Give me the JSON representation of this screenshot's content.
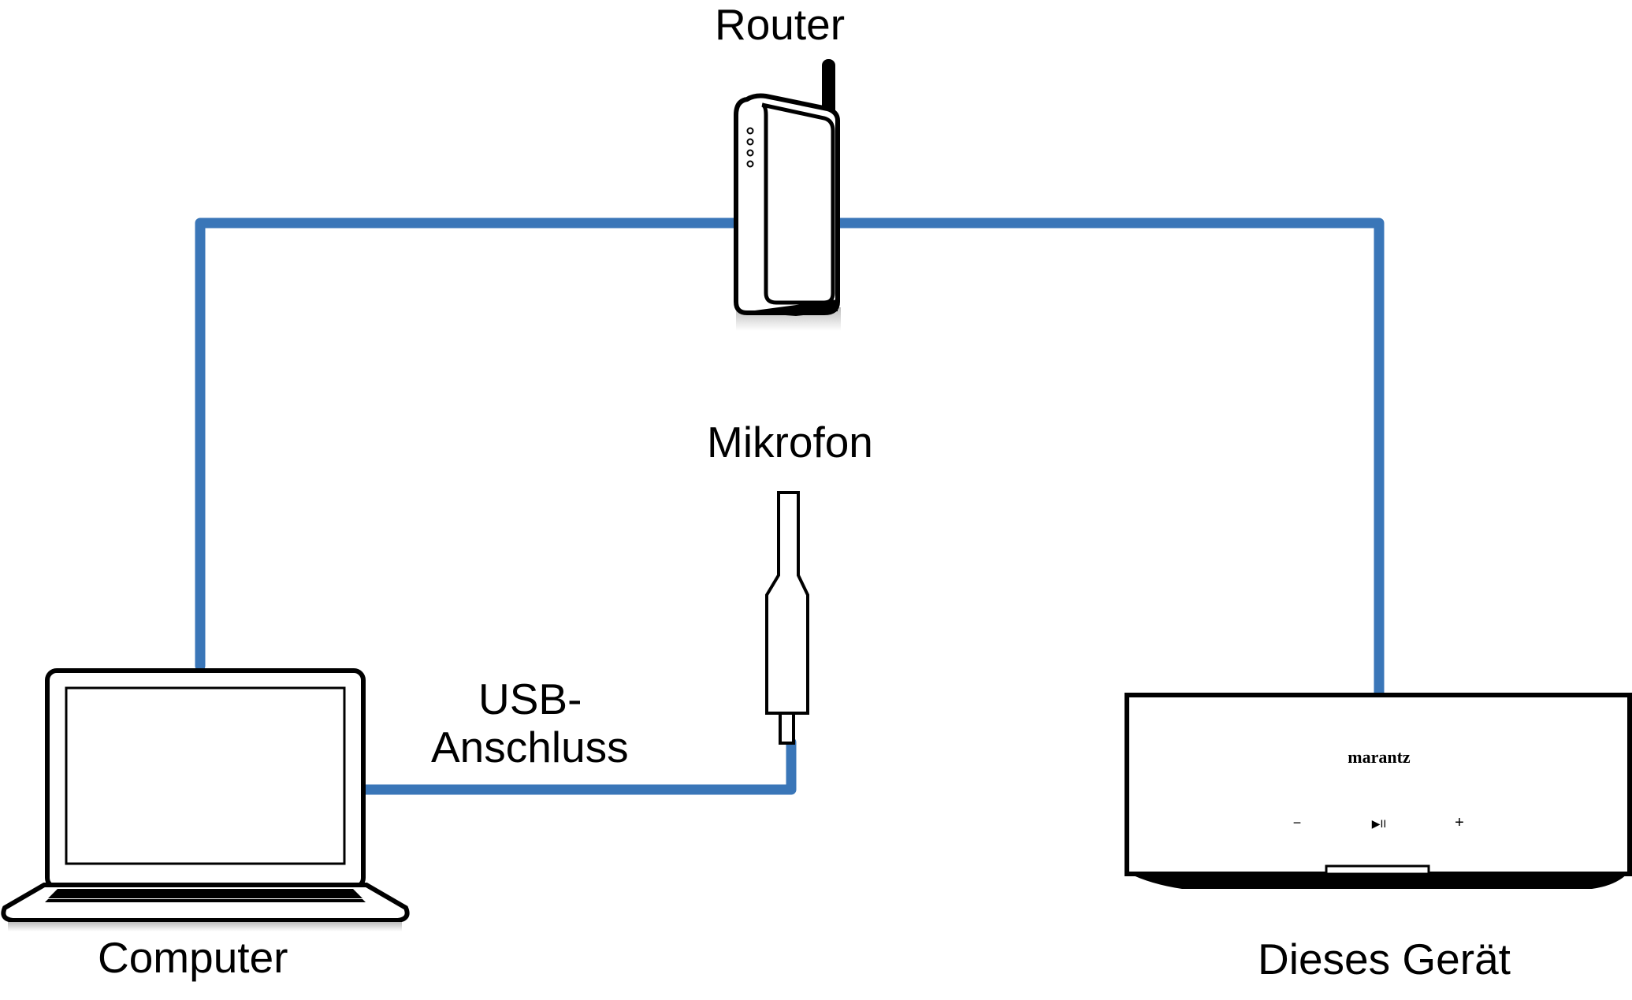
{
  "labels": {
    "router": "Router",
    "microphone": "Mikrofon",
    "usb_line1": "USB-",
    "usb_line2": "Anschluss",
    "computer": "Computer",
    "device": "Dieses Gerät"
  },
  "device_panel": {
    "brand": "marantz",
    "minus": "−",
    "play_pause": "▶II",
    "plus": "+"
  },
  "colors": {
    "cable": "#3a76b8",
    "outline": "#000000",
    "background": "#ffffff"
  },
  "icons": [
    "router-icon",
    "microphone-icon",
    "laptop-icon",
    "network-player-icon"
  ]
}
